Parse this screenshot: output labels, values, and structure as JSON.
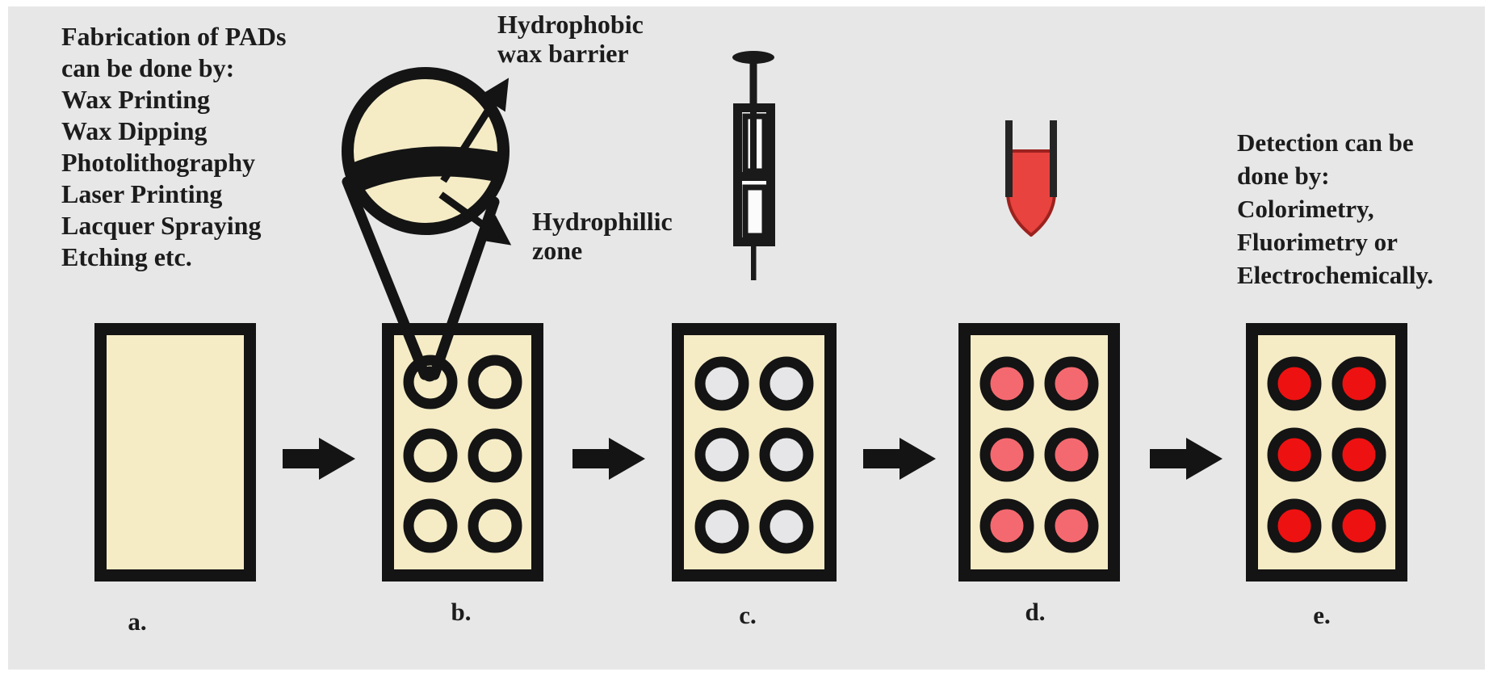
{
  "fabrication_note": {
    "lines": [
      "Fabrication of PADs",
      "can be done by:",
      "Wax Printing",
      "Wax Dipping",
      "Photolithography",
      "Laser Printing",
      "Lacquer Spraying",
      "Etching etc."
    ]
  },
  "magnifier": {
    "hydrophobic_line1": "Hydrophobic",
    "hydrophobic_line2": "wax barrier",
    "hydrophillic_line1": "Hydrophillic",
    "hydrophillic_line2": "zone"
  },
  "detection_note": {
    "lines": [
      "Detection can be",
      "done by:",
      "Colorimetry,",
      "Fluorimetry or",
      "Electrochemically."
    ]
  },
  "stages": [
    {
      "label": "a."
    },
    {
      "label": "b.",
      "spot_fill": "#f5ecc6"
    },
    {
      "label": "c.",
      "spot_fill": "#e6e6e8"
    },
    {
      "label": "d.",
      "spot_fill": "#f4696f"
    },
    {
      "label": "e.",
      "spot_fill": "#ee1111"
    }
  ],
  "colors": {
    "background": "#e7e7e7",
    "paper": "#f5ecc6",
    "ink": "#141414",
    "liquid_red": "#e8433e",
    "liquid_rim": "#9c221f"
  }
}
